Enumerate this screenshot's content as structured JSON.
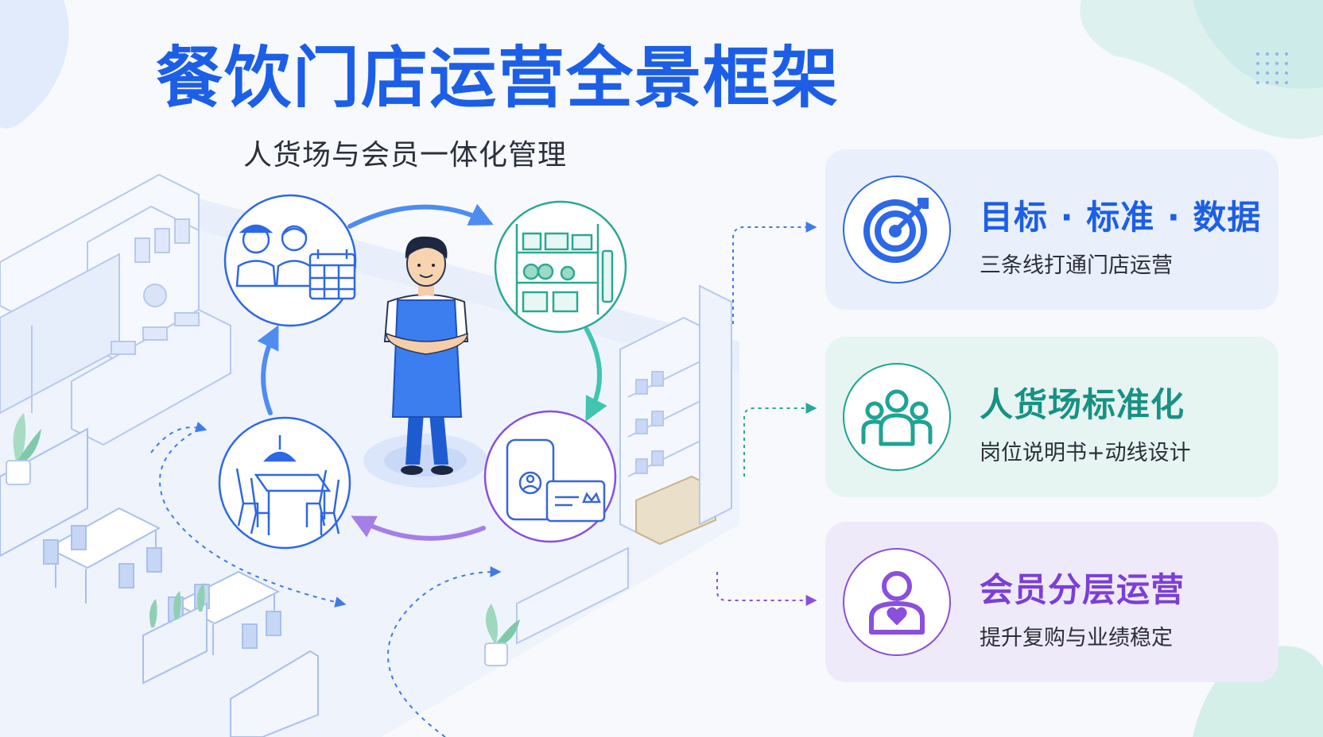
{
  "header": {
    "title": "餐饮门店运营全景框架",
    "subtitle": "人货场与会员一体化管理"
  },
  "pillars": [
    {
      "icon": "target-icon",
      "title": "目标 · 标准 · 数据",
      "desc": "三条线打通门店运营",
      "accent": "#2d68e6"
    },
    {
      "icon": "team-icon",
      "title": "人货场标准化",
      "desc": "岗位说明书+动线设计",
      "accent": "#1fa394"
    },
    {
      "icon": "member-heart-icon",
      "title": "会员分层运营",
      "desc": "提升复购与业绩稳定",
      "accent": "#8a4fdc"
    }
  ],
  "cycle": {
    "nodes": [
      {
        "name": "staff",
        "icon": "staff-schedule-icon"
      },
      {
        "name": "goods",
        "icon": "storage-shelf-icon"
      },
      {
        "name": "member",
        "icon": "phone-member-card-icon"
      },
      {
        "name": "venue",
        "icon": "dining-table-icon"
      }
    ],
    "center": "manager-figure-icon"
  },
  "colors": {
    "primary": "#1c5fe6",
    "teal": "#1fa394",
    "purple": "#8a4fdc",
    "background": "#f7f9fd"
  }
}
